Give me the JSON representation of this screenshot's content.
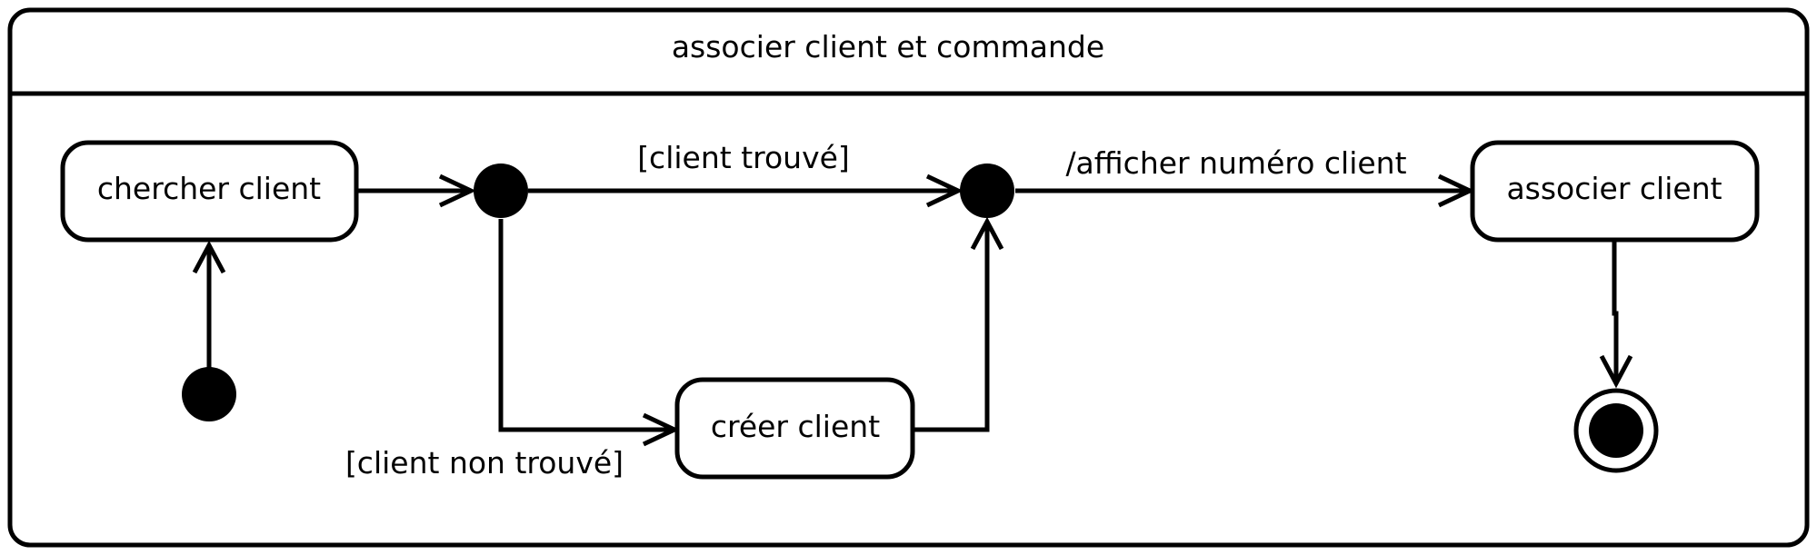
{
  "composite_state": {
    "title": "associer client et commande"
  },
  "states": {
    "chercher": "chercher client",
    "creer": "créer client",
    "associer": "associer client"
  },
  "transitions": {
    "trouve": "[client trouvé]",
    "non_trouve": "[client non trouvé]",
    "afficher": "/afficher numéro client"
  }
}
